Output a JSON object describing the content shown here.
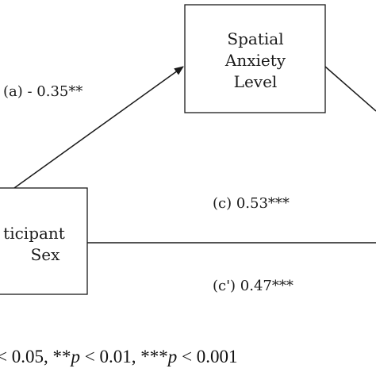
{
  "nodes": {
    "spatial_anxiety": {
      "lines": [
        "Spatial",
        "Anxiety",
        "Level"
      ]
    },
    "participant_sex": {
      "lines": [
        "ticipant",
        "Sex"
      ]
    }
  },
  "paths": {
    "a": "(a) - 0.35**",
    "c": "(c) 0.53***",
    "c_prime": "(c') 0.47***"
  },
  "footnote": {
    "part1": "< 0.05, **",
    "p1": "p",
    "part2": " < 0.01, ***",
    "p2": "p",
    "part3": " < 0.001"
  },
  "colors": {
    "stroke": "#1a1a1a",
    "text": "#1a1a1a",
    "background": "#ffffff"
  }
}
